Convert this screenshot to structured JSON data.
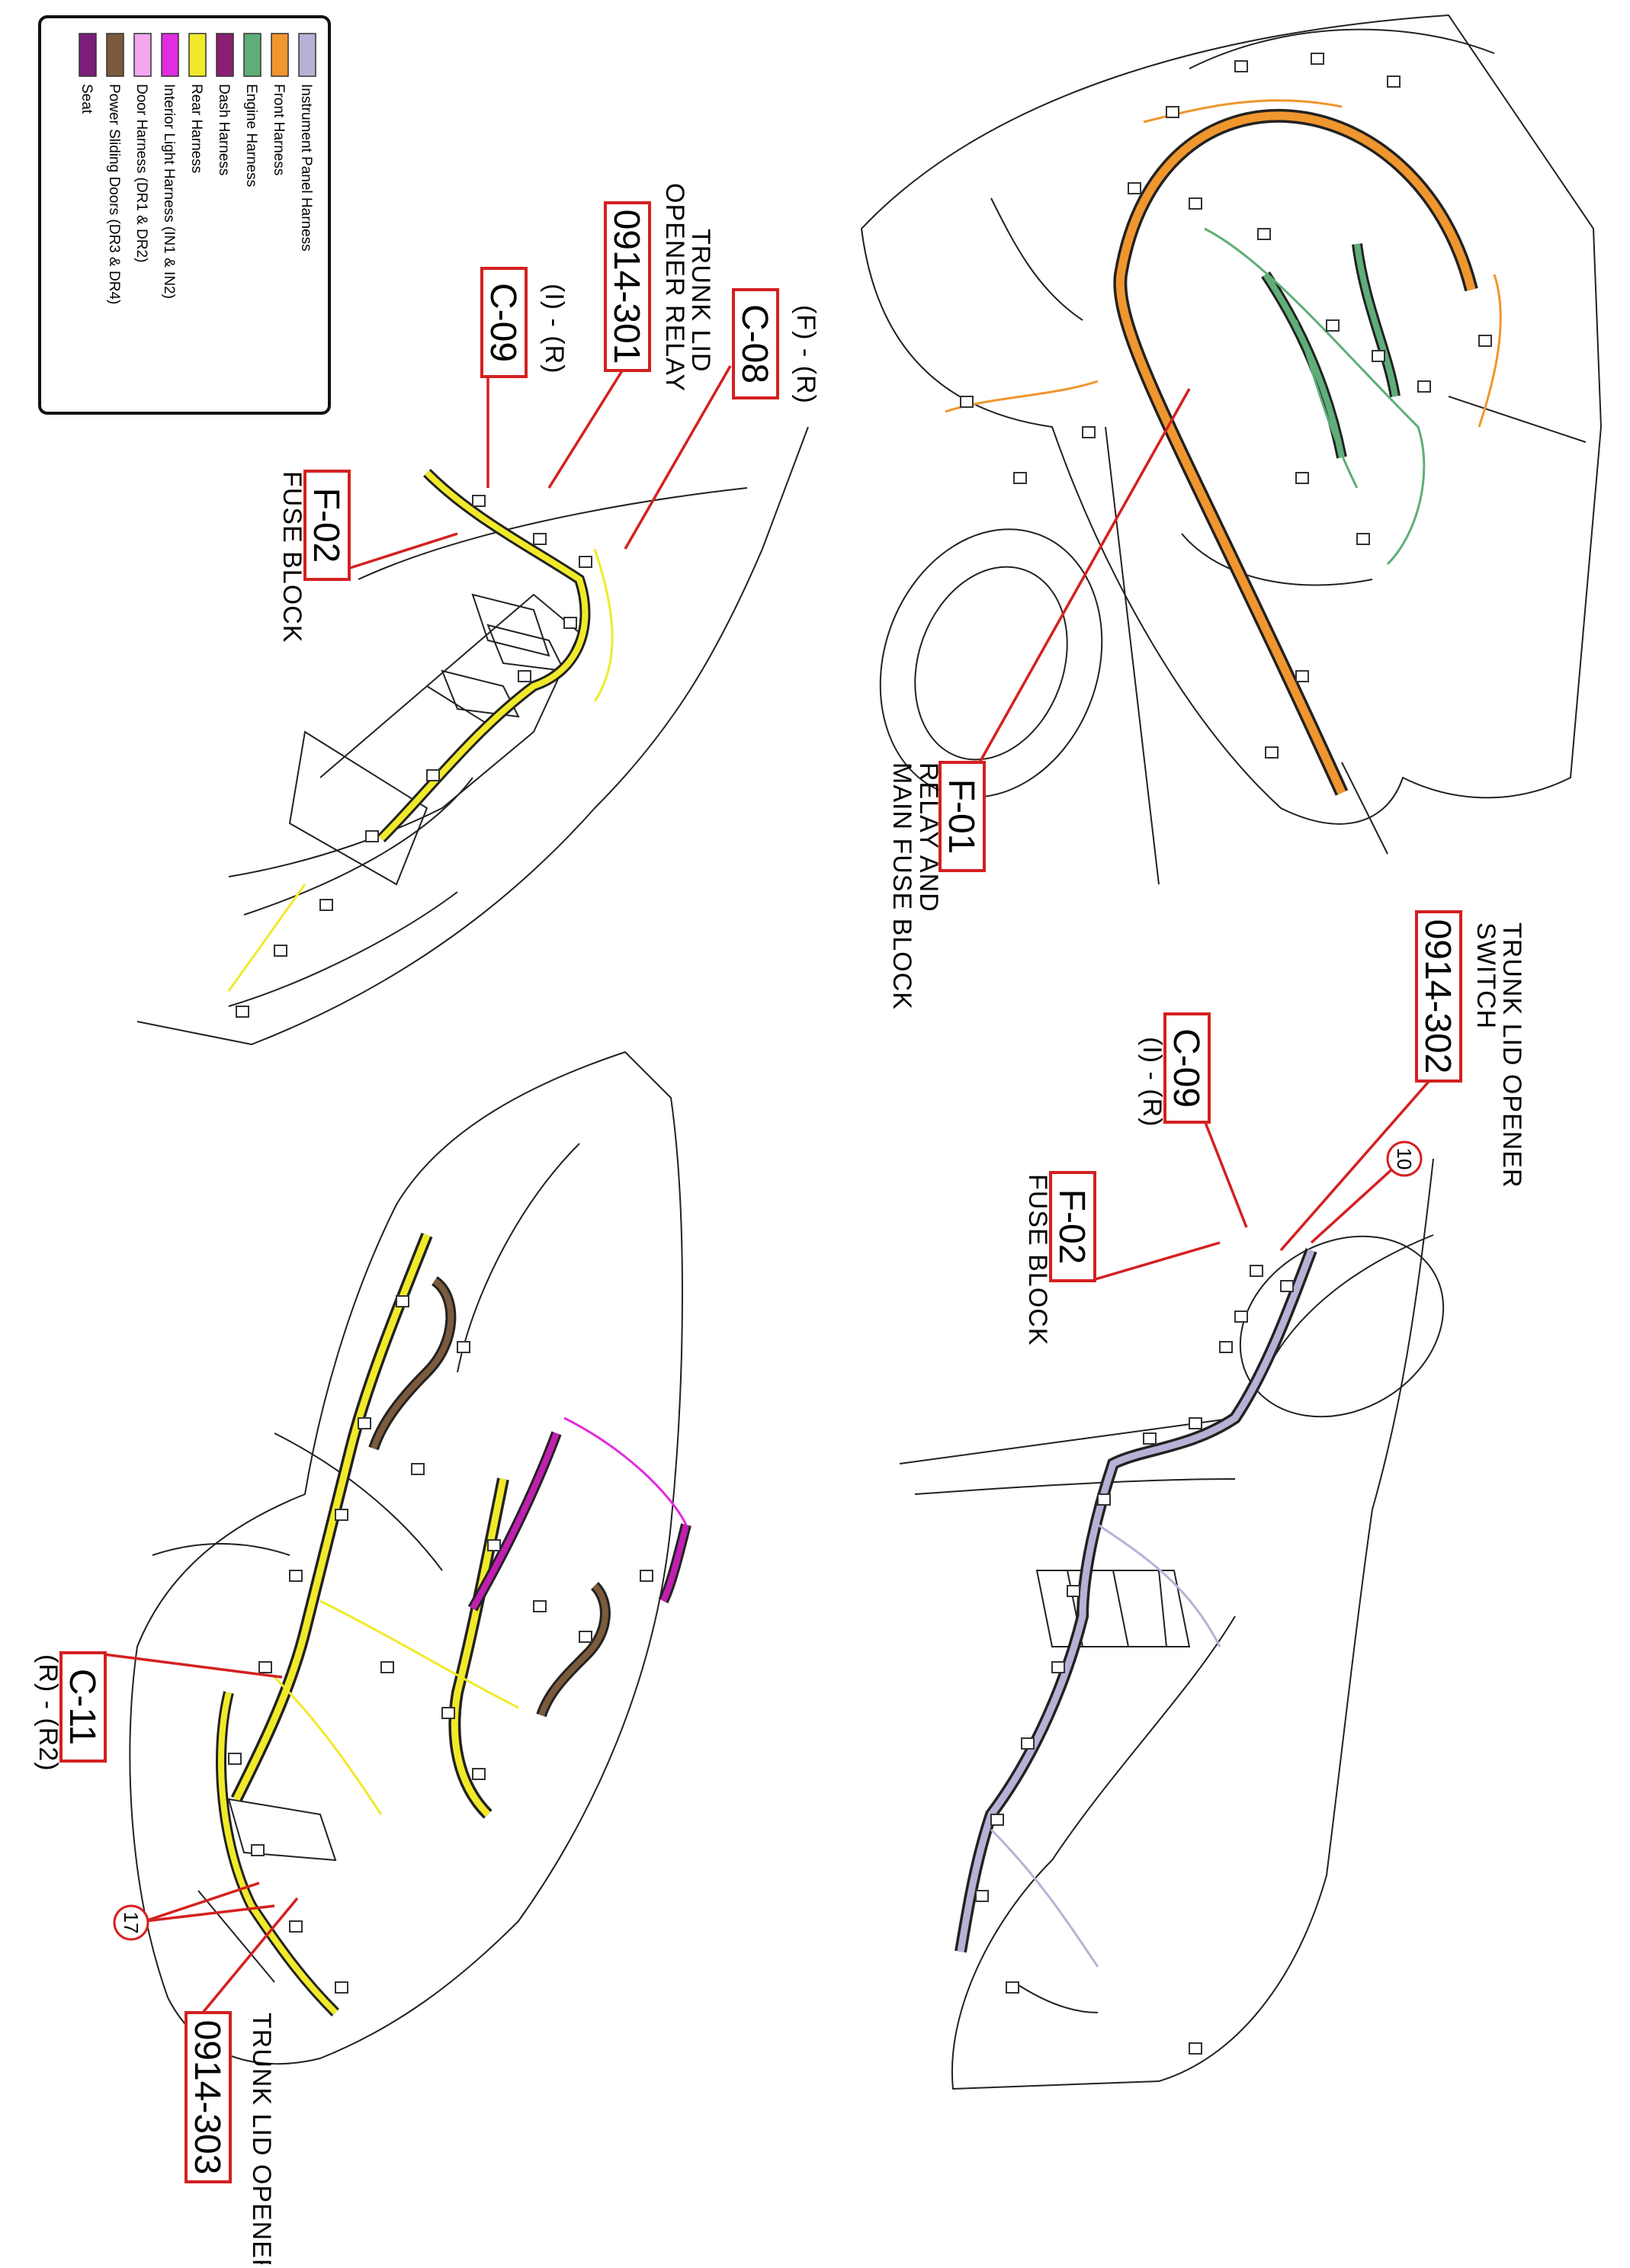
{
  "legend": {
    "items": [
      {
        "label": "Instrument Panel Harness",
        "color": "#b6b2d6"
      },
      {
        "label": "Front Harness",
        "color": "#f0962e"
      },
      {
        "label": "Engine Harness",
        "color": "#5fae78"
      },
      {
        "label": "Dash Harness",
        "color": "#8a1f73"
      },
      {
        "label": "Rear Harness",
        "color": "#f1ea2a"
      },
      {
        "label": "Interior Light Harness (IN1 & IN2)",
        "color": "#e12ce0"
      },
      {
        "label": "Door Harness (DR1 & DR2)",
        "color": "#f3a8f0"
      },
      {
        "label": "Power Sliding Doors (DR3 & DR4)",
        "color": "#7c5a3c"
      },
      {
        "label": "Seat",
        "color": "#7a1e7a"
      }
    ]
  },
  "labels": {
    "f01_code": "F-01",
    "f01_desc_1": "RELAY AND",
    "f01_desc_2": "MAIN FUSE BLOCK",
    "c08_code": "C-08",
    "c08_sub": "(F) - (R)",
    "relay_code": "0914-301",
    "relay_desc_1": "TRUNK LID",
    "relay_desc_2": "OPENER RELAY",
    "c09a_code": "C-09",
    "c09a_sub": "(I) - (R)",
    "f02a_code": "F-02",
    "f02a_desc": "FUSE BLOCK",
    "switch_code": "0914-302",
    "switch_desc_1": "TRUNK LID OPENER",
    "switch_desc_2": "SWITCH",
    "c09b_code": "C-09",
    "c09b_sub": "(I) - (R)",
    "f02b_code": "F-02",
    "f02b_desc": "FUSE BLOCK",
    "callout_10": "10",
    "c11_code": "C-11",
    "c11_sub": "(R) - (R2)",
    "callout_17": "17",
    "opener_code": "0914-303",
    "opener_desc": "TRUNK LID OPENER"
  }
}
